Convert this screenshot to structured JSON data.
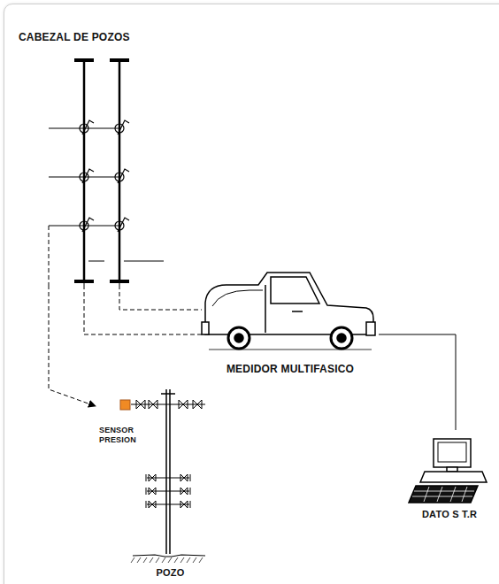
{
  "diagram": {
    "nodes": [
      {
        "text": [
          "CABEZAL DE POZOS"
        ]
      },
      {
        "text": [
          "MEDIDOR MULTIFASICO"
        ]
      },
      {
        "text": [
          "DATO S T.R"
        ]
      },
      {
        "text": [
          "SENSOR PRESION"
        ]
      },
      {
        "text": [
          "POZO"
        ]
      }
    ],
    "edges": [
      {
        "from": 0,
        "to": 1,
        "arrow": "none"
      },
      {
        "from": 0,
        "to": 1,
        "arrow": "none"
      },
      {
        "from": 1,
        "to": 2,
        "arrow": "none"
      },
      {
        "from": 0,
        "to": 3,
        "arrow": "to"
      }
    ]
  }
}
